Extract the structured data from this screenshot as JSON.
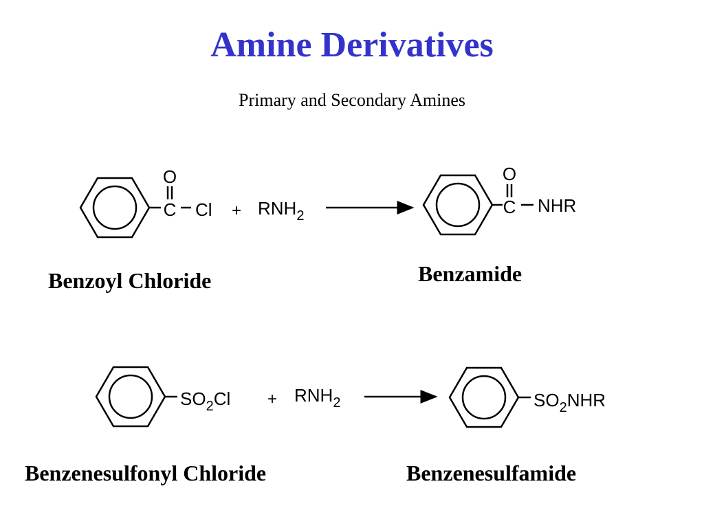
{
  "title": "Amine Derivatives",
  "subtitle": "Primary and Secondary Amines",
  "reaction1": {
    "reactant_carbonyl_o": "O",
    "reactant_carbonyl_c": "C",
    "reactant_cl": "Cl",
    "plus": "+",
    "amine_main": "RNH",
    "amine_sub": "2",
    "product_carbonyl_o": "O",
    "product_carbonyl_c": "C",
    "product_group": "NHR",
    "reactant_name": "Benzoyl Chloride",
    "product_name": "Benzamide"
  },
  "reaction2": {
    "reactant_so": "SO",
    "reactant_sub": "2",
    "reactant_cl": "Cl",
    "plus": "+",
    "amine_main": "RNH",
    "amine_sub": "2",
    "product_so": "SO",
    "product_sub": "2",
    "product_group": "NHR",
    "reactant_name": "Benzenesulfonyl Chloride",
    "product_name": "Benzenesulfamide"
  },
  "colors": {
    "title": "#3333cc",
    "ink": "#000000",
    "background": "#ffffff"
  }
}
